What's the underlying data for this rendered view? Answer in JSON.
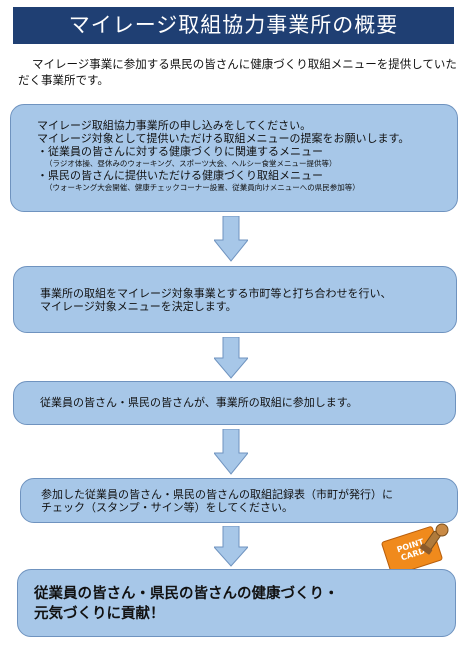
{
  "title": "マイレージ取組協力事業所の概要",
  "intro": "マイレージ事業に参加する県民の皆さんに健康づくり取組メニューを提供していただく事業所です。",
  "steps": {
    "step1": {
      "line1": "マイレージ取組協力事業所の申し込みをしてください。",
      "line2": "マイレージ対象として提供いただける取組メニューの提案をお願いします。",
      "item1": "・従業員の皆さんに対する健康づくりに関連するメニュー",
      "item1_note": "（ラジオ体操、昼休みのウォーキング、スポーツ大会、ヘルシー食堂メニュー提供等）",
      "item2": "・県民の皆さんに提供いただける健康づくり取組メニュー",
      "item2_note": "（ウォーキング大会開催、健康チェックコーナー設置、従業員向けメニューへの県民参加等）"
    },
    "step2": {
      "line1": "事業所の取組をマイレージ対象事業とする市町等と打ち合わせを行い、",
      "line2": "マイレージ対象メニューを決定します。"
    },
    "step3": {
      "line1": "従業員の皆さん・県民の皆さんが、事業所の取組に参加します。"
    },
    "step4": {
      "line1": "参加した従業員の皆さん・県民の皆さんの取組記録表（市町が発行）に",
      "line2": "チェック（スタンプ・サイン等）をしてください。"
    },
    "step5": {
      "line1": "従業員の皆さん・県民の皆さんの健康づくり・",
      "line2": "元気づくりに貢献！"
    }
  },
  "point_card": {
    "line1": "POINT",
    "line2": "CARD"
  },
  "colors": {
    "title_bg": "#1f3f73",
    "box_fill": "#a7c7e8",
    "arrow_fill": "#a7c7e8",
    "card_fill": "#f08a1c"
  },
  "icons": [
    "down-arrow-icon",
    "point-card-icon",
    "stamp-icon"
  ]
}
